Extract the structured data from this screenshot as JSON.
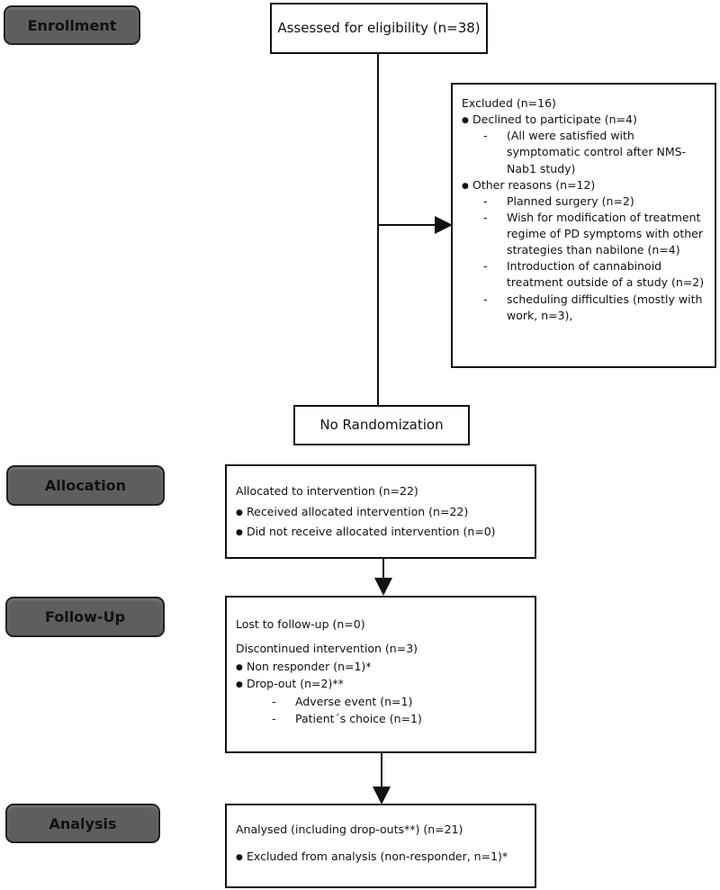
{
  "stages": {
    "enrollment": "Enrollment",
    "allocation": "Allocation",
    "followup": "Follow-Up",
    "analysis": "Analysis"
  },
  "assessed": "Assessed for eligibility (n=38)",
  "excluded": {
    "title": "Excluded (n=16)",
    "declined": "Declined to participate (n=4)",
    "declined_note": "(All were satisfied with symptomatic control after NMS-Nab1 study)",
    "other": "Other reasons (n=12)",
    "reasons": [
      "Planned surgery (n=2)",
      "Wish for modification of treatment regime of PD symptoms with other strategies than nabilone (n=4)",
      "Introduction of cannabinoid treatment outside of a study (n=2)",
      "scheduling difficulties (mostly with work, n=3),"
    ]
  },
  "no_randomization": "No Randomization",
  "allocation": {
    "title": "Allocated to intervention (n=22)",
    "received": "Received allocated intervention (n=22)",
    "not_received": "Did not receive allocated intervention (n=0)"
  },
  "followup": {
    "lost": "Lost to follow-up (n=0)",
    "discontinued": "Discontinued intervention (n=3)",
    "non_responder": "Non responder (n=1)*",
    "dropout": "Drop-out (n=2)**",
    "dropout_reasons": [
      "Adverse event (n=1)",
      "Patient´s choice (n=1)"
    ]
  },
  "analysis": {
    "title": "Analysed (including drop-outs**) (n=21)",
    "excluded": "Excluded from analysis (non-responder, n=1)*"
  },
  "dash": "-"
}
